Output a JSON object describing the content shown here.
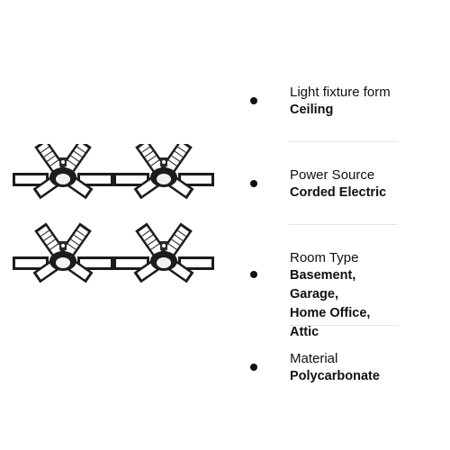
{
  "specs": [
    {
      "label": "Light fixture form",
      "value": "Ceiling"
    },
    {
      "label": "Power Source",
      "value": "Corded Electric"
    },
    {
      "label": "Room Type",
      "value": "Basement, Garage,\nHome Office, Attic"
    },
    {
      "label": "Material",
      "value": "Polycarbonate"
    }
  ],
  "colors": {
    "text": "#0f1111",
    "divider": "#e3e6e6",
    "lamp": "#1c1c1c"
  },
  "image": {
    "icon": "ceiling-light-icon",
    "count": 4
  }
}
